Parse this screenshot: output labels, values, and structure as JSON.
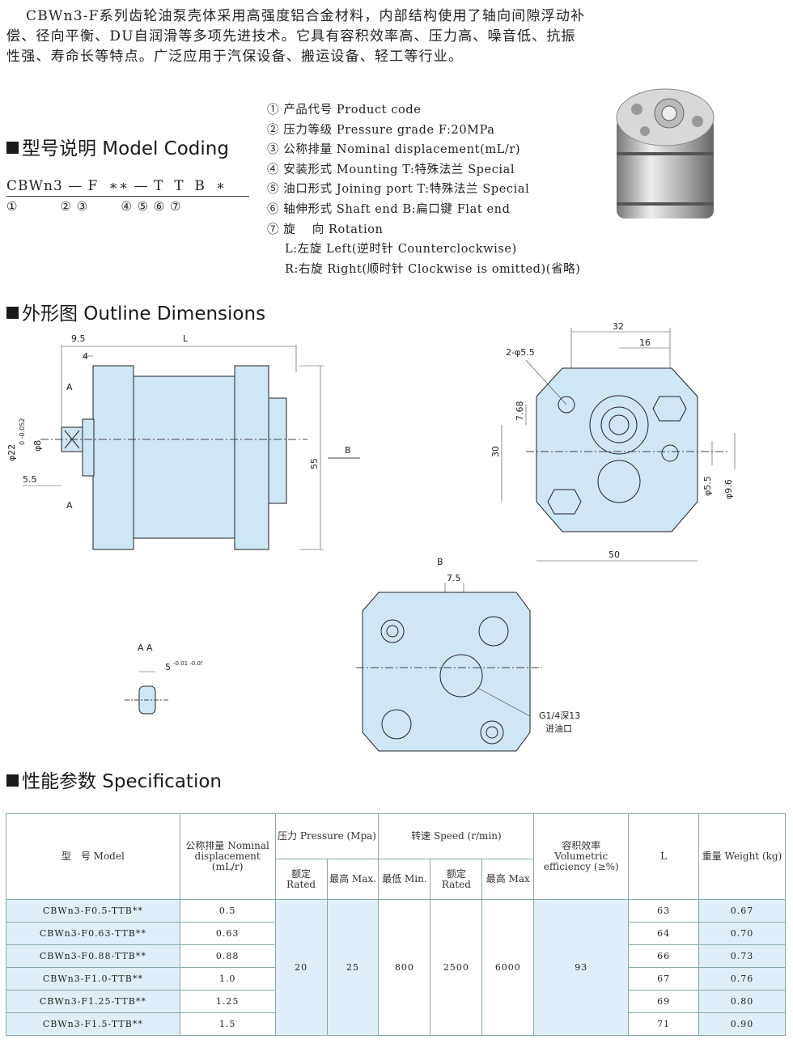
{
  "intro": "CBWn3-F系列齿轮油泵壳体采用高强度铝合金材料，内部结构使用了轴向间隙浮动补偿、径向平衡、DU自润滑等多项先进技术。它具有容积效率高、压力高、噪音低、抗振性强、寿命长等特点。广泛应用于汽保设备、搬运设备、轻工等行业。",
  "model_coding": {
    "title": "型号说明 Model Coding",
    "code_top": "CBWn3 — F  ∗∗ — T  T  B  ∗",
    "code_bottom": "①         ② ③       ④ ⑤ ⑥ ⑦",
    "items": [
      "① 产品代号 Product code",
      "② 压力等级 Pressure grade F:20MPa",
      "③ 公称排量 Nominal displacement(mL/r)",
      "④ 安装形式 Mounting T:特殊法兰 Special",
      "⑤ 油口形式 Joining port T:特殊法兰 Special",
      "⑥ 轴伸形式 Shaft end B:扁口键 Flat end",
      "⑦ 旋　 向 Rotation",
      "L:左旋 Left(逆时针 Counterclockwise)",
      "R:右旋 Right(顺时针 Clockwise is omitted)(省略)"
    ]
  },
  "outline": {
    "title": "外形图 Outline Dimensions",
    "labels": {
      "d95": "9.5",
      "L": "L",
      "d4": "4",
      "A": "A",
      "d22": "φ22",
      "d22tol": "0 -0.052",
      "d8": "φ8",
      "d55": "5.5",
      "h55": "55",
      "B": "B",
      "d32": "32",
      "d16": "16",
      "holes": "2-φ5.5",
      "d768": "7.68",
      "d30": "30",
      "p55": "φ5.5",
      "p96": "φ9.6",
      "d50": "50",
      "d75": "7.5",
      "port": "G1/4深13",
      "port_cn": "进油口",
      "AA": "A  A",
      "key": "5",
      "key_tol": "-0.01 -0.05"
    }
  },
  "spec": {
    "title": "性能参数 Specification",
    "headers": {
      "model": "型　号 Model",
      "disp": "公称排量 Nominal displacement (mL/r)",
      "pressure": "压力 Pressure (Mpa)",
      "rated": "额定 Rated",
      "max": "最高 Max.",
      "speed": "转速 Speed (r/min)",
      "min": "最低 Min.",
      "srated": "额定 Rated",
      "smax": "最高 Max",
      "eff": "容积效率 Volumetric efficiency (≥%)",
      "L": "L",
      "weight": "重量 Weight (kg)"
    },
    "shared": {
      "rated": "20",
      "max": "25",
      "min": "800",
      "srated": "2500",
      "smax": "6000",
      "eff": "93"
    },
    "rows": [
      {
        "model": "CBWn3-F0.5-TTB**",
        "disp": "0.5",
        "L": "63",
        "weight": "0.67"
      },
      {
        "model": "CBWn3-F0.63-TTB**",
        "disp": "0.63",
        "L": "64",
        "weight": "0.70"
      },
      {
        "model": "CBWn3-F0.88-TTB**",
        "disp": "0.88",
        "L": "66",
        "weight": "0.73"
      },
      {
        "model": "CBWn3-F1.0-TTB**",
        "disp": "1.0",
        "L": "67",
        "weight": "0.76"
      },
      {
        "model": "CBWn3-F1.25-TTB**",
        "disp": "1.25",
        "L": "69",
        "weight": "0.80"
      },
      {
        "model": "CBWn3-F1.5-TTB**",
        "disp": "1.5",
        "L": "71",
        "weight": "0.90"
      }
    ]
  }
}
